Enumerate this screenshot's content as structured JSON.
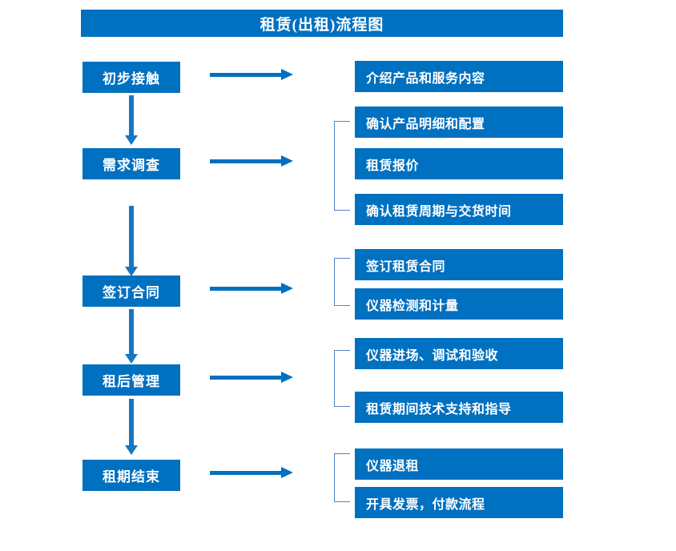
{
  "header": {
    "title": "租赁(出租)流程图"
  },
  "colors": {
    "box_fill": "#0070c0",
    "box_text": "#ffffff",
    "arrow": "#0070c0",
    "bracket": "#4f87c9",
    "background": "#ffffff"
  },
  "flow": {
    "stages": [
      {
        "id": "initial-contact",
        "label": "初步接触",
        "details": [
          "介绍产品和服务内容"
        ]
      },
      {
        "id": "demand-survey",
        "label": "需求调查",
        "details": [
          "确认产品明细和配置",
          "租赁报价",
          "确认租赁周期与交货时间"
        ]
      },
      {
        "id": "sign-contract",
        "label": "签订合同",
        "details": [
          "签订租赁合同",
          "仪器检测和计量"
        ]
      },
      {
        "id": "post-rental-management",
        "label": "租后管理",
        "details": [
          "仪器进场、调试和验收",
          "租赁期间技术支持和指导"
        ]
      },
      {
        "id": "lease-end",
        "label": "租期结束",
        "details": [
          "仪器退租",
          "开具发票，付款流程"
        ]
      }
    ]
  },
  "detail_boxes": {
    "d0_0": "介绍产品和服务内容",
    "d1_0": "确认产品明细和配置",
    "d1_1": "租赁报价",
    "d1_2": "确认租赁周期与交货时间",
    "d2_0": "签订租赁合同",
    "d2_1": "仪器检测和计量",
    "d3_0": "仪器进场、调试和验收",
    "d3_1": "租赁期间技术支持和指导",
    "d4_0": "仪器退租",
    "d4_1": "开具发票，付款流程"
  },
  "stage_boxes": {
    "s0": "初步接触",
    "s1": "需求调查",
    "s2": "签订合同",
    "s3": "租后管理",
    "s4": "租期结束"
  }
}
